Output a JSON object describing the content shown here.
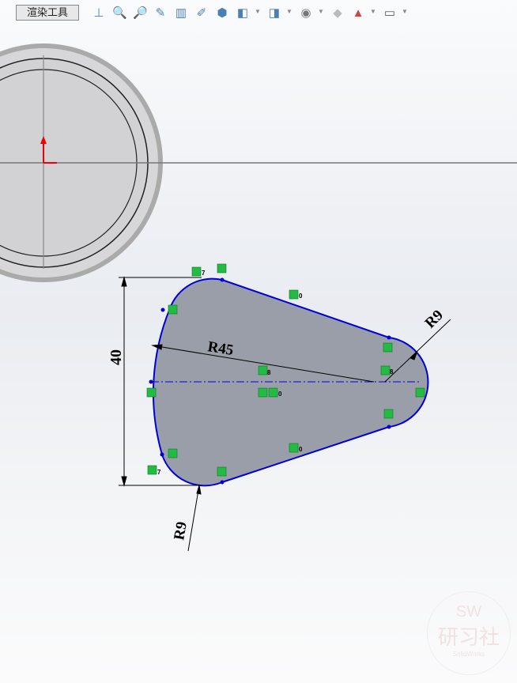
{
  "toolbar": {
    "tab_label": "渲染工具",
    "icons": [
      "normal-to-icon",
      "zoom-to-fit-icon",
      "zoom-to-area-icon",
      "previous-view-icon",
      "section-view-icon",
      "dynamic-annotation-icon",
      "view-orientation-icon",
      "display-style-icon",
      "hide-show-items-icon",
      "edit-appearance-icon",
      "apply-scene-icon",
      "view-settings-icon",
      "screen-icon"
    ]
  },
  "dimensions": {
    "height": "40",
    "large_radius": "R45",
    "fillet_right": "R9",
    "fillet_bottom": "R9"
  },
  "relations": {
    "horizontal_1": "7",
    "horizontal_2": "7",
    "parallel_top": "0",
    "parallel_bottom": "0",
    "coincident_1": "8",
    "coincident_2": "8",
    "parallel_center": "0"
  },
  "watermark": {
    "line1": "SW",
    "line2": "研习社",
    "line3": "SolidWorks"
  },
  "colors": {
    "sketch": "#0000dd",
    "fill": "#9a9ea8",
    "relation": "#22bb44"
  }
}
